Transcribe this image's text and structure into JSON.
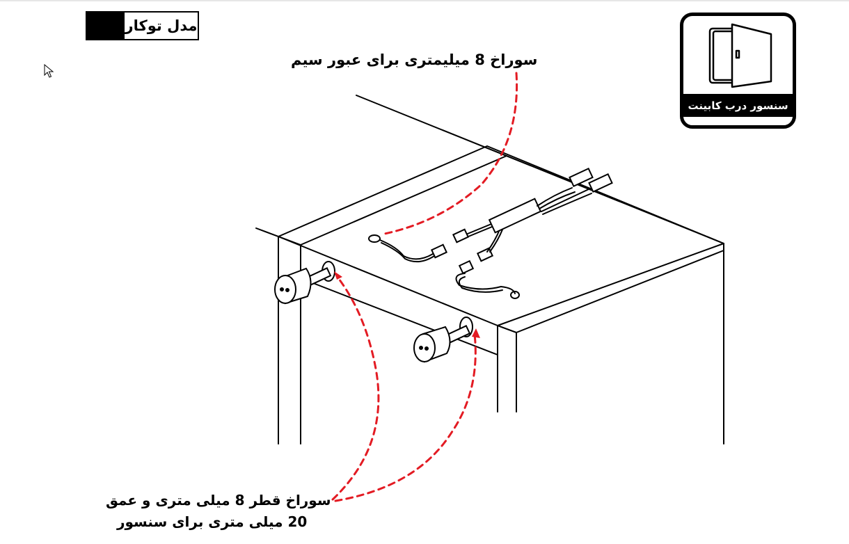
{
  "model_badge": {
    "label": "مدل توکار"
  },
  "callouts": {
    "wire_hole": "سوراخ 8 میلیمتری برای عبور سیم",
    "sensor_hole_line1": "سوراخ  قطر 8 میلی متری و عمق",
    "sensor_hole_line2": "20 میلی متری  برای سنسور"
  },
  "product_icon": {
    "caption": "سنسور درب کابینت",
    "icon": "cabinet-door-icon"
  },
  "colors": {
    "line": "#000000",
    "dashed_callout": "#e31b23",
    "background": "#ffffff"
  }
}
